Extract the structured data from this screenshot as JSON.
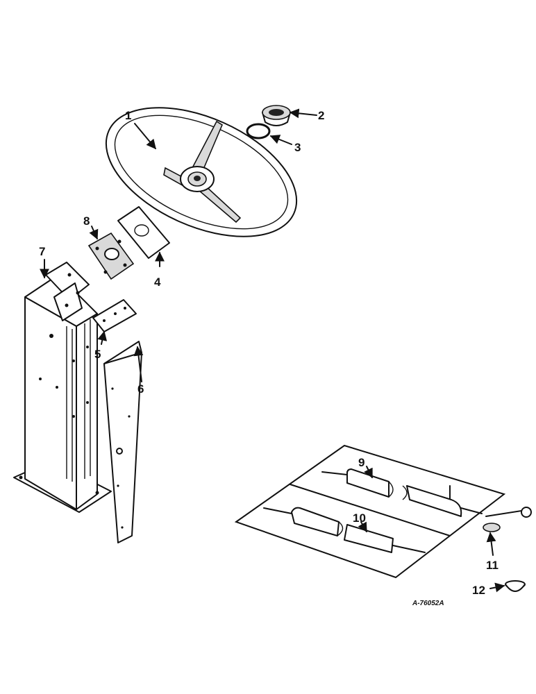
{
  "callouts": {
    "c1": "1",
    "c2": "2",
    "c3": "3",
    "c4": "4",
    "c5": "5",
    "c6": "6",
    "c7": "7",
    "c8": "8",
    "c9": "9",
    "c10": "10",
    "c11": "11",
    "c12": "12"
  },
  "drawing_number": "A-76052A"
}
